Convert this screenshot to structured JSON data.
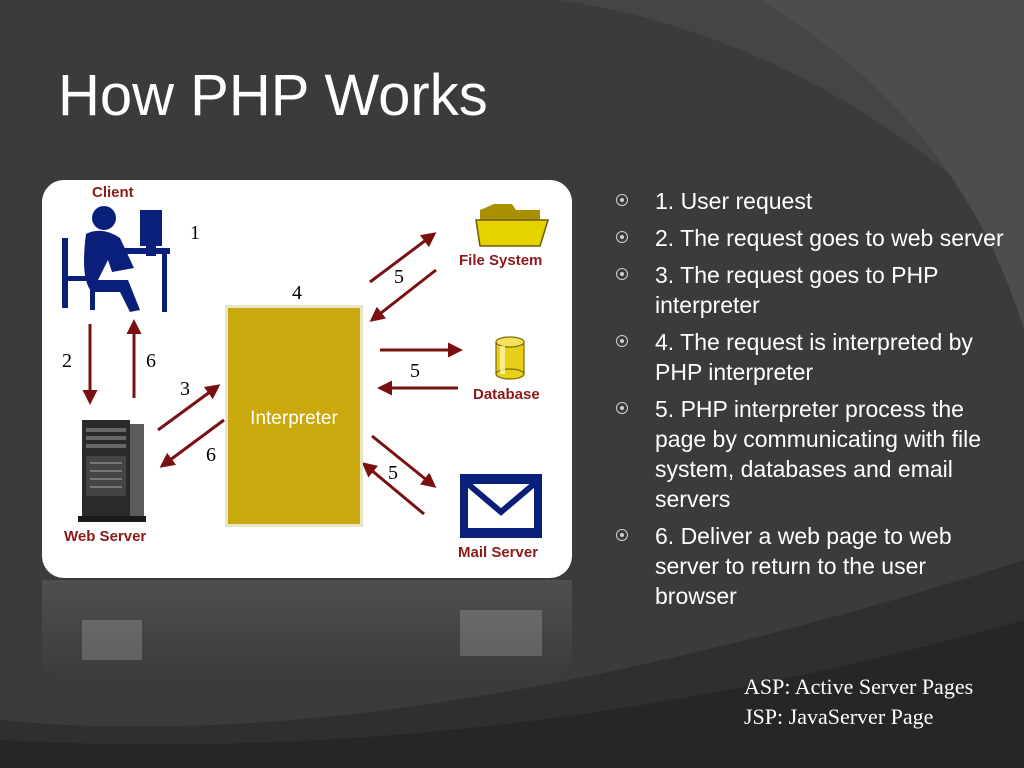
{
  "slide": {
    "title": "How PHP Works"
  },
  "diagram": {
    "client_label": "Client",
    "web_server_label": "Web Server",
    "interpreter_label": "Interpreter",
    "file_system_label": "File System",
    "database_label": "Database",
    "mail_server_label": "Mail Server",
    "step_numbers": {
      "n1": "1",
      "n2": "2",
      "n3": "3",
      "n4": "4",
      "n5a": "5",
      "n5b": "5",
      "n5c": "5",
      "n6a": "6",
      "n6b": "6"
    },
    "colors": {
      "arrow": "#7a1010",
      "interpreter": "#c9a90e",
      "icon_navy": "#0a1f7a",
      "label_red": "#8b1a1a"
    }
  },
  "bullets": [
    "1. User request",
    "2. The request goes to web server",
    "3. The request goes to PHP interpreter",
    "4. The request is interpreted by PHP interpreter",
    "5. PHP interpreter process the page by communicating with file system, databases and email servers",
    "6. Deliver a web page to web server to return to the user browser"
  ],
  "footnotes": {
    "asp": "ASP: Active Server Pages",
    "jsp": "JSP: JavaServer Page"
  }
}
